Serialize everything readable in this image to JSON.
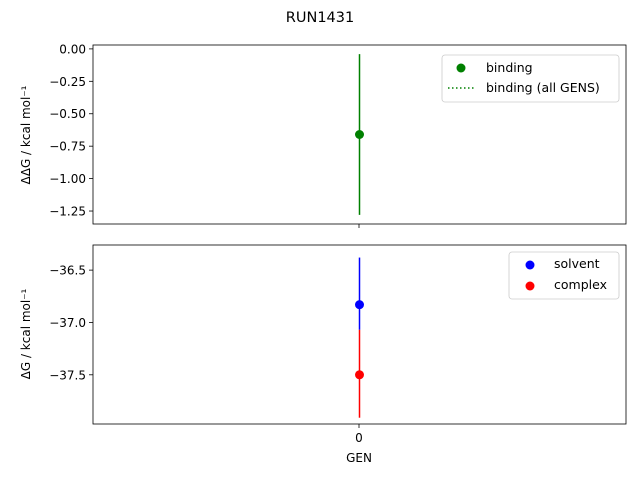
{
  "chart_data": [
    {
      "type": "scatter",
      "suptitle": "RUN1431",
      "ylabel": "ΔΔG / kcal mol⁻¹",
      "xlabel": "",
      "ylim": [
        -1.35,
        0.03
      ],
      "xlim": [
        -1,
        1
      ],
      "yticks": [
        0.0,
        -0.25,
        -0.5,
        -0.75,
        -1.0,
        -1.25
      ],
      "ytick_labels": [
        "0.00",
        "−0.25",
        "−0.50",
        "−0.75",
        "−1.00",
        "−1.25"
      ],
      "grid": false,
      "legend_position": "top-right",
      "series": [
        {
          "name": "binding",
          "color": "#008000",
          "marker": "circle",
          "points": [
            {
              "x": 0,
              "y": -0.66,
              "yerr_low": -1.28,
              "yerr_high": -0.04
            }
          ]
        },
        {
          "name": "binding (all GENS)",
          "color": "#008000",
          "marker": "dotted-line",
          "points": []
        }
      ]
    },
    {
      "type": "scatter",
      "ylabel": "ΔG / kcal mol⁻¹",
      "xlabel": "GEN",
      "ylim": [
        -37.97,
        -36.26
      ],
      "xlim": [
        -1,
        1
      ],
      "yticks": [
        -36.5,
        -37.0,
        -37.5
      ],
      "ytick_labels": [
        "−36.5",
        "−37.0",
        "−37.5"
      ],
      "xticks": [
        0
      ],
      "xtick_labels": [
        "0"
      ],
      "grid": false,
      "legend_position": "top-right",
      "series": [
        {
          "name": "solvent",
          "color": "#0000ff",
          "marker": "circle",
          "points": [
            {
              "x": 0,
              "y": -36.83,
              "yerr_low": -37.07,
              "yerr_high": -36.38
            }
          ]
        },
        {
          "name": "complex",
          "color": "#ff0000",
          "marker": "circle",
          "points": [
            {
              "x": 0,
              "y": -37.5,
              "yerr_low": -37.91,
              "yerr_high": -37.07
            }
          ]
        }
      ]
    }
  ]
}
